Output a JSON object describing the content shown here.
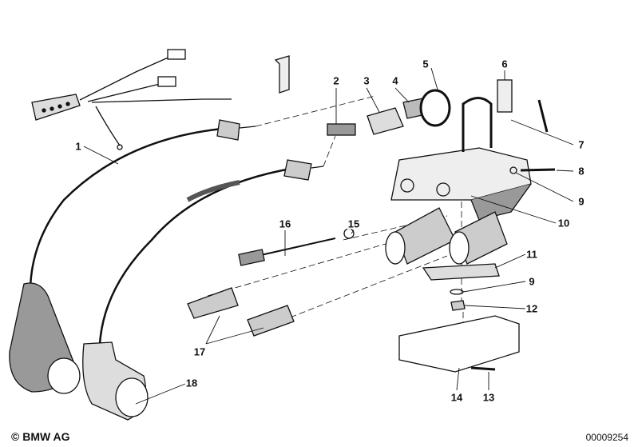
{
  "diagram": {
    "callouts": [
      "1",
      "2",
      "3",
      "4",
      "5",
      "6",
      "7",
      "8",
      "9",
      "10",
      "11",
      "9",
      "12",
      "13",
      "14",
      "15",
      "16",
      "17",
      "18"
    ],
    "copyright": "© BMW AG",
    "drawing_number": "00009254"
  }
}
